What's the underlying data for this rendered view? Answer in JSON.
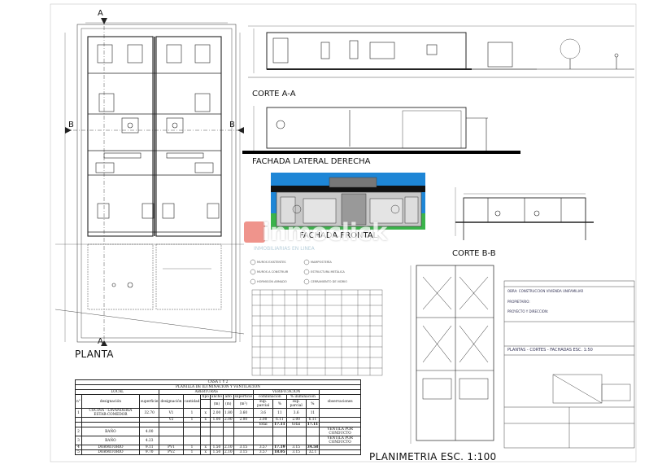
{
  "labels": {
    "planta": "PLANTA",
    "corte_aa": "CORTE A-A",
    "fachada_lateral": "FACHADA LATERAL DERECHA",
    "fachada_frontal": "FACHADA FRONTAL",
    "corte_bb": "CORTE B-B",
    "planimetria": "PLANIMETRIA ESC. 1:100",
    "section_a": "A",
    "section_b": "B"
  },
  "watermark": {
    "brand": "inmoclick",
    "tagline": "INMOBILIARIAS EN LÍNEA"
  },
  "table": {
    "title": "CASA 1 Y 2",
    "subtitle": "PLANILLA DE ILUMINACION Y VENTILACION",
    "headers": {
      "local": "LOCAL",
      "aberturas": "ABERTURAS",
      "verificacion": "VERIFICACION",
      "n": "n°",
      "designacion": "designación",
      "superficie": "superficie",
      "designacion2": "designación",
      "cantidad": "cantidad",
      "tipo": "tipo",
      "ancho": "ancho",
      "alto": "alto",
      "superficie2": "superficie",
      "iluminacion": "% iluminación",
      "observaciones": "observaciones",
      "unit_m": "(m)",
      "unit_m2": "(m²)",
      "combinacion": "combinación",
      "pct": "%",
      "sup_parcial": "sup. parcial"
    },
    "rows": [
      {
        "n": "1",
        "name": "COCINA - LAVANDERIA ESTAR-COMEDOR",
        "sup": "32.70",
        "des": "V1",
        "cant": "1",
        "tipo": "x",
        "ancho": "2.00",
        "alto": "1.80",
        "area": "3.60",
        "comb": "3.6",
        "pct": "11",
        "parc": "3.6",
        "pct2": "11",
        "obs": ""
      },
      {
        "n": "",
        "name": "",
        "sup": "",
        "des": "V2",
        "cant": "1",
        "tipo": "x",
        "ancho": "1.00",
        "alto": "2.00",
        "area": "2.00",
        "comb": "2.00",
        "pct": "6.11",
        "parc": "2.00",
        "pct2": "6.11",
        "obs": ""
      },
      {
        "n": "",
        "name": "",
        "sup": "",
        "des": "",
        "cant": "",
        "tipo": "",
        "ancho": "",
        "alto": "",
        "area": "",
        "comb": "total",
        "pct": "17.11",
        "parc": "total",
        "pct2": "17.11",
        "obs": ""
      },
      {
        "n": "2",
        "name": "BAÑO",
        "sup": "4.00",
        "des": "",
        "cant": "",
        "tipo": "",
        "ancho": "",
        "alto": "",
        "area": "",
        "comb": "",
        "pct": "",
        "parc": "",
        "pct2": "",
        "obs": "VENTILA POR CONDUCTO"
      },
      {
        "n": "3",
        "name": "BAÑO",
        "sup": "4.23",
        "des": "",
        "cant": "",
        "tipo": "",
        "ancho": "",
        "alto": "",
        "area": "",
        "comb": "",
        "pct": "",
        "parc": "",
        "pct2": "",
        "obs": "VENTILA POR CONDUCTO"
      },
      {
        "n": "4",
        "name": "DORMITORIO",
        "sup": "9.11",
        "des": "PV1",
        "cant": "1",
        "tipo": "x",
        "ancho": "1.50",
        "alto": "2.10",
        "area": "3.15",
        "comb": "3.57",
        "pct": "17.19",
        "parc": "3.15",
        "pct2": "34.58",
        "obs": ""
      },
      {
        "n": "5",
        "name": "DORMITORIO",
        "sup": "9.70",
        "des": "PV2",
        "cant": "1",
        "tipo": "x",
        "ancho": "1.50",
        "alto": "2.10",
        "area": "3.15",
        "comb": "3.57",
        "pct": "18.05",
        "parc": "3.15",
        "pct2": "32.1",
        "obs": ""
      }
    ]
  },
  "legend": {
    "items": [
      "MUROS EXISTENTES",
      "MUROS A CONSTRUIR",
      "HORMIGÓN ARMADO",
      "MAMPOSTERÍA",
      "ESTRUCTURA METÁLICA",
      "CERRAMIENTO DE VIDRIO"
    ]
  },
  "title_block": {
    "lines": [
      "OBRA: CONSTRUCCION VIVIENDA UNIFAMILIAR",
      "PROPIETARIO:",
      "PROYECTO Y DIRECCION:",
      "PLANTAS - CORTES - FACHADAS ESC. 1:50"
    ]
  },
  "colors": {
    "line": "#1a1a1a",
    "facade_sky": "#1e86d6",
    "facade_grass": "#3ab34a",
    "watermark_mark": "#e23c2e"
  }
}
